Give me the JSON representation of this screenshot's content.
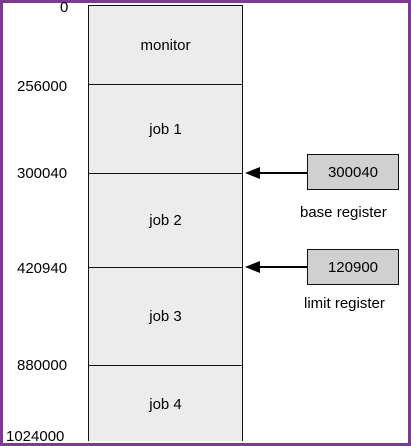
{
  "addresses": [
    "0",
    "256000",
    "300040",
    "420940",
    "880000",
    "1024000"
  ],
  "segments": [
    "monitor",
    "job 1",
    "job 2",
    "job 3",
    "job 4"
  ],
  "base_register": {
    "value": "300040",
    "label": "base register"
  },
  "limit_register": {
    "value": "120900",
    "label": "limit register"
  },
  "colors": {
    "frame": "#7a3d8c",
    "memory_fill": "#ececec",
    "register_fill": "#d0d0d0"
  }
}
